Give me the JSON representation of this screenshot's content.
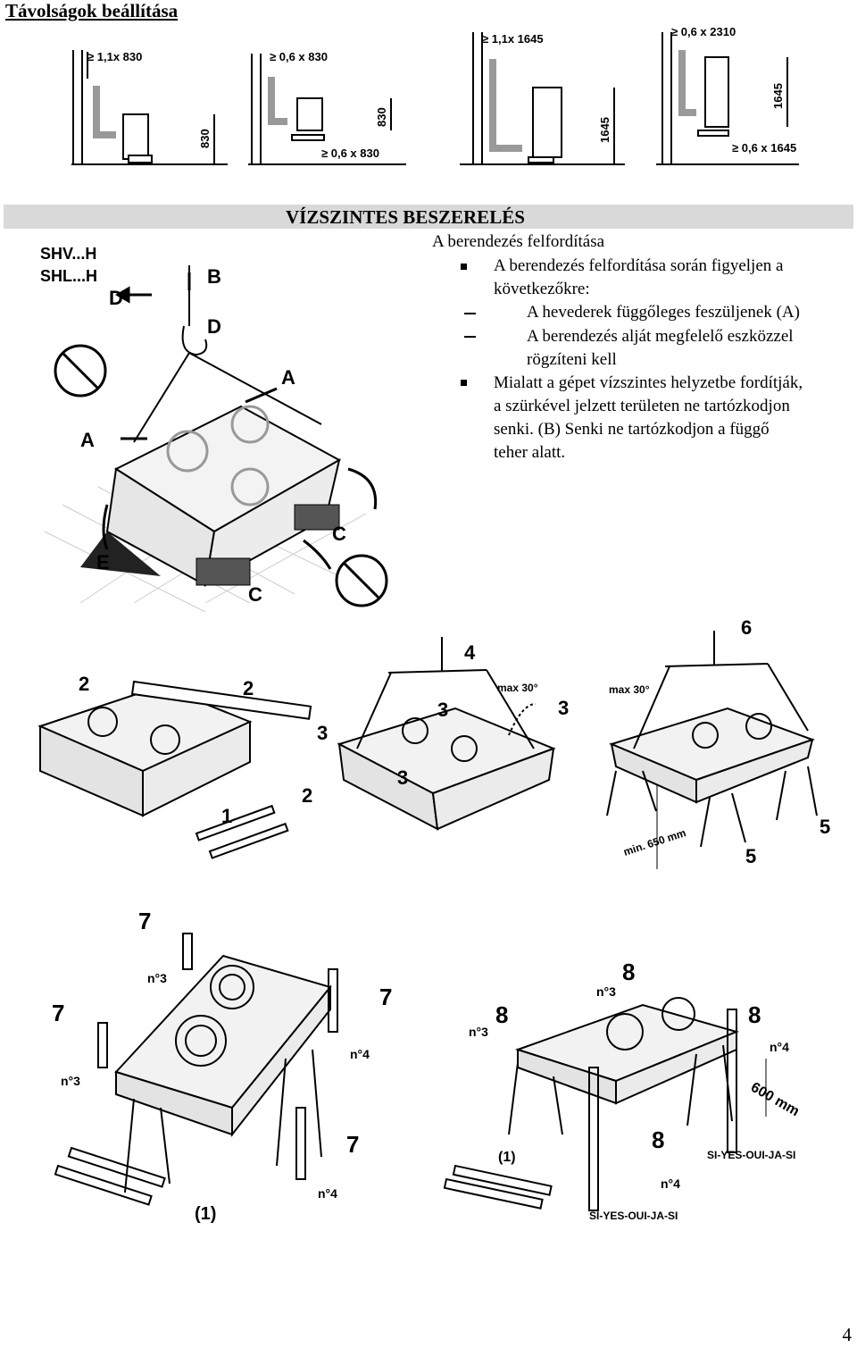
{
  "page": {
    "title": "Távolságok beállítása",
    "page_number": "4"
  },
  "clearance_figures": [
    {
      "top": "≥ 1,1x 830",
      "side": "830"
    },
    {
      "top": "≥ 0,6 x 830",
      "side": "830",
      "bottom": "≥ 0,6 x 830"
    },
    {
      "top": "≥ 1,1x 1645",
      "side": "1645"
    },
    {
      "top": "≥ 0,6 x 2310",
      "side": "1645",
      "bottom": "≥ 0,6 x 1645"
    }
  ],
  "section": {
    "title": "VÍZSZINTES BESZERELÉS",
    "subheading": "A berendezés felfordítása",
    "bullet1_lines": [
      "A berendezés felfordítása során figyeljen a",
      "következőkre:"
    ],
    "dash1": "A hevederek függőleges feszüljenek (A)",
    "dash2_lines": [
      "A berendezés alját megfelelő eszközzel",
      "rögzíteni kell"
    ],
    "bullet2_lines": [
      "Mialatt a gépet vízszintes helyzetbe fordítják,",
      "a szürkével jelzett területen ne tartózkodjon",
      "senki. (B) Senki ne tartózkodjon a függő",
      "teher alatt."
    ]
  },
  "rotation_figure": {
    "model_labels": [
      "SHV...H",
      "SHL...H"
    ],
    "labels": [
      "A",
      "A",
      "B",
      "C",
      "C",
      "D",
      "D",
      "E"
    ]
  },
  "installation_figures": {
    "step_labels": [
      "1",
      "2",
      "2",
      "2",
      "3",
      "3",
      "3",
      "3",
      "4",
      "5",
      "5",
      "6"
    ],
    "max_angle": "max 30°",
    "min_height": "min. 650 mm",
    "mount_labels": [
      "7",
      "7",
      "7",
      "7",
      "8",
      "8",
      "8",
      "8"
    ],
    "screw_labels": [
      "n°3",
      "n°3",
      "n°4",
      "n°4",
      "n°3",
      "n°3",
      "n°4",
      "n°4"
    ],
    "height_600": "600 mm",
    "remove_label": "(1)",
    "tag": "SI-YES-OUI-JA-SI"
  }
}
